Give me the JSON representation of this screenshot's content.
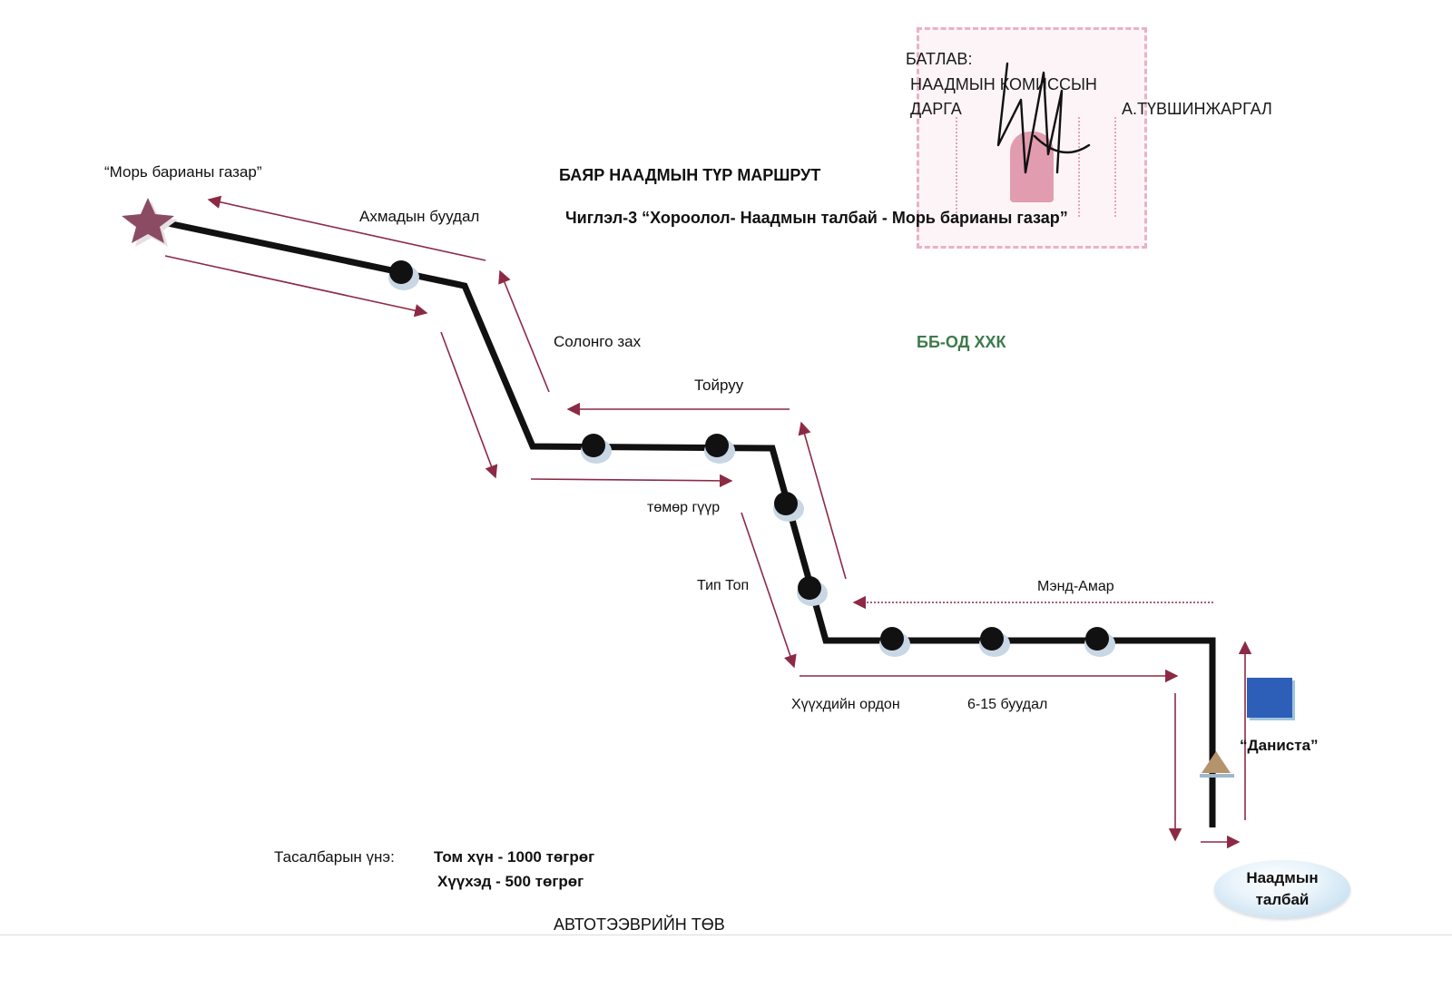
{
  "approval": {
    "line1": "БАТЛАВ:",
    "line2": "НААДМЫН КОМИССЫН",
    "line3": "ДАРГА",
    "name": "А.ТҮВШИНЖАРГАЛ"
  },
  "title": {
    "main": "БАЯР НААДМЫН ТҮР МАРШРУТ",
    "route": "Чиглэл-3  “Хороолол- Наадмын талбай  - Морь барианы газар”"
  },
  "company": {
    "name": "ББ-ОД ХХК",
    "color": "#3d7a4a"
  },
  "places": {
    "start": "“Морь барианы газар”",
    "end": "Наадмын талбай",
    "landmark": "“Даниста”"
  },
  "stops": [
    "Ахмадын  буудал",
    "Солонго зах",
    "Тойруу",
    "төмөр гүүр",
    "Тип Топ",
    "Мэнд-Амар",
    "Хүүхдийн ордон",
    "6-15 буудал"
  ],
  "fares": {
    "label": "Тасалбарын үнэ:",
    "adult": "Том хүн - 1000 төгрөг",
    "child": "Хүүхэд  -   500  төгрөг"
  },
  "footer": "АВТОТЭЭВРИЙН ТӨВ",
  "colors": {
    "route": "#111111",
    "arrow": "#8c2a45",
    "star": "#8b4c63",
    "stop_halo": "#c9d6e4",
    "landmark_square": "#2e5fb8",
    "marker_triangle": "#b5946d",
    "stamp": "#d0607f"
  },
  "icons": {
    "start": "star-icon",
    "stop": "bus-stop-dot-icon",
    "landmark": "building-square-icon",
    "entrance": "triangle-marker-icon"
  }
}
